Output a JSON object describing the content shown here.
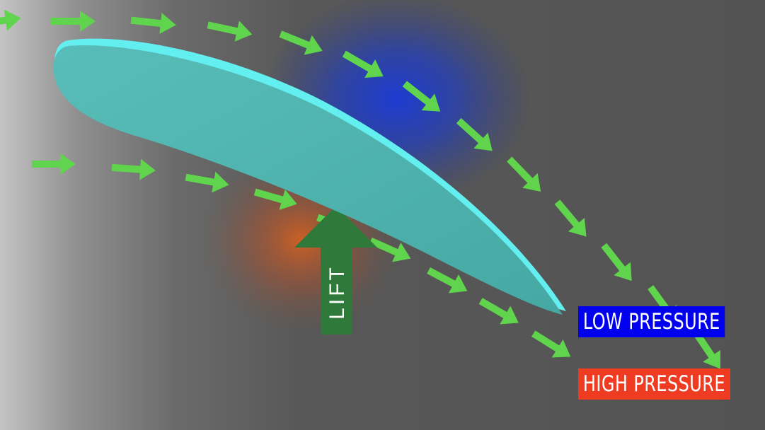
{
  "labels": {
    "lift": "LIFT",
    "low_pressure": "LOW PRESSURE",
    "high_pressure": "HIGH PRESSURE"
  },
  "colors": {
    "airfoil": "#4fb3ae",
    "airfoil_edge": "#63eef0",
    "flow_arrow": "#5fd44c",
    "lift_arrow": "#2f7a3a",
    "low_pressure": "#0000ee",
    "high_pressure": "#ee3b22",
    "low_pressure_glow": "#1a3ad8",
    "high_pressure_glow": "#e0621c"
  }
}
